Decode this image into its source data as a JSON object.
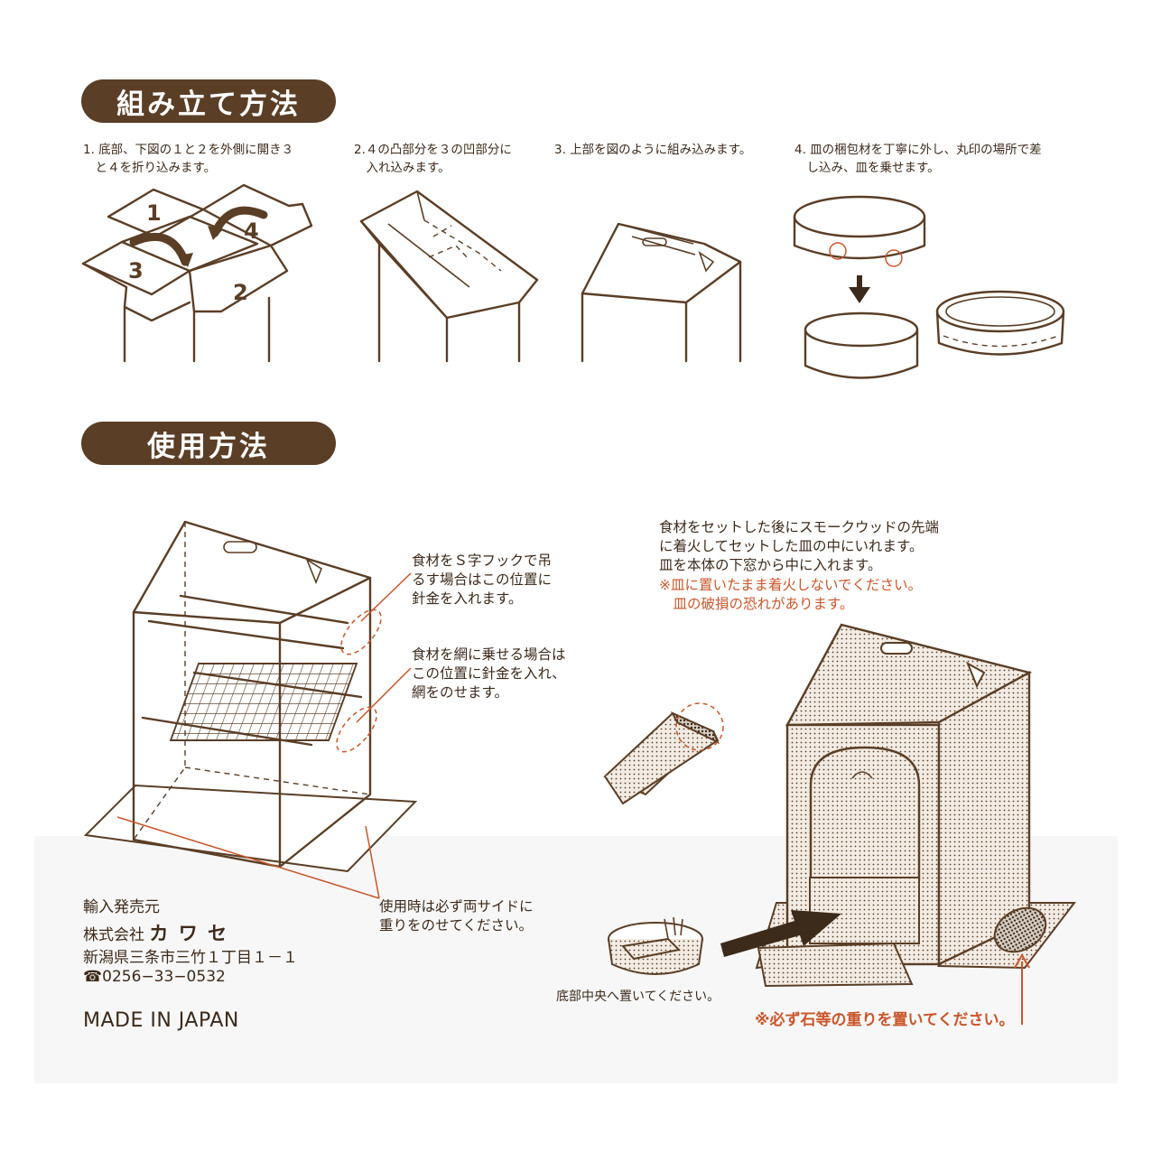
{
  "headings": {
    "assembly": "組み立て方法",
    "usage": "使用方法"
  },
  "assembly_steps": [
    "1. 底部、下図の１と２を外側に開き３\n　と４を折り込みます。",
    "2.４の凸部分を３の凹部分に\n　入れ込みます。",
    "3. 上部を図のように組み込みます。",
    "4. 皿の梱包材を丁寧に外し、丸印の場所で差\n　し込み、皿を乗せます。"
  ],
  "fold_numbers": [
    "1",
    "2",
    "3",
    "4"
  ],
  "usage_notes": {
    "hook": "食材をＳ字フックで吊\nるす場合はこの位置に\n針金を入れます。",
    "net": "食材を網に乗せる場合は\nこの位置に針金を入れ、\n網をのせます。",
    "weight_sides": "使用時は必ず両サイドに\n重りをのせてください。",
    "smoke_wood": "食材をセットした後にスモークウッドの先端\nに着火してセットした皿の中にいれます。\n皿を本体の下窓から中に入れます。",
    "warning": "※皿に置いたまま着火しないでください。\n　皿の破損の恐れがあります。",
    "dish_center": "底部中央へ置いてください。",
    "weight_warning": "※必ず石等の重りを置いてください。"
  },
  "company": {
    "role": "輸入発売元",
    "name_prefix": "株式会社",
    "brand": "カ ワ セ",
    "address": "新潟県三条市三竹１丁目１－１",
    "phone": "☎0256−33−0532"
  },
  "made_in": "MADE IN JAPAN",
  "colors": {
    "brown": "#5a3e26",
    "accent": "#c9562b",
    "panel": "#f7f7f7"
  }
}
